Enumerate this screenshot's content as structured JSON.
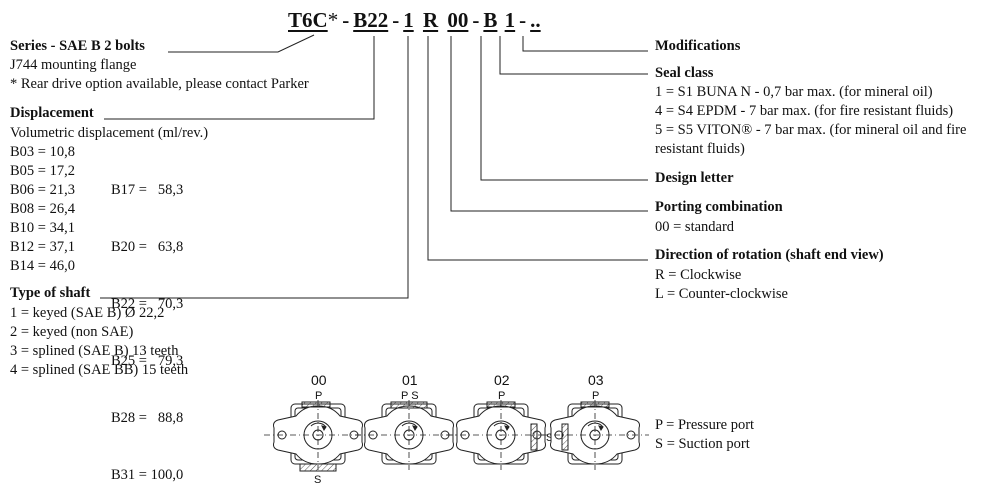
{
  "code": {
    "series": "T6C",
    "series_star": "*",
    "displacement": "B22",
    "shaft": "1",
    "rotation": "R",
    "porting": "00",
    "design": "B",
    "seal": "1",
    "mods": ".."
  },
  "series": {
    "title": "Series - SAE B 2 bolts",
    "lines": [
      "J744 mounting flange",
      "* Rear drive option available, please contact Parker"
    ]
  },
  "displacement": {
    "title": "Displacement",
    "subtitle": "Volumetric displacement (ml/rev.)",
    "col1": [
      "B03 = 10,8",
      "B05 = 17,2",
      "B06 = 21,3",
      "B08 = 26,4",
      "B10 = 34,1",
      "B12 = 37,1",
      "B14 = 46,0"
    ],
    "col2": [
      "B17 =   58,3",
      "B20 =   63,8",
      "B22 =   70,3",
      "B25 =   79,3",
      "B28 =   88,8",
      "B31 = 100,0"
    ]
  },
  "shaft": {
    "title": "Type of shaft",
    "lines": [
      "1 = keyed (SAE B) Ø 22,2",
      "2 = keyed (non SAE)",
      "3 = splined (SAE B) 13 teeth",
      "4 = splined (SAE BB) 15 teeth"
    ]
  },
  "modifications": {
    "title": "Modifications"
  },
  "seal": {
    "title": "Seal class",
    "lines": [
      "1 = S1 BUNA N - 0,7 bar max. (for mineral oil)",
      "4 = S4 EPDM - 7 bar max. (for fire resistant fluids)",
      "5 = S5 VITON® - 7 bar max. (for mineral oil and fire",
      "resistant fluids)"
    ]
  },
  "design": {
    "title": "Design letter"
  },
  "porting": {
    "title": "Porting combination",
    "lines": [
      "00 = standard"
    ]
  },
  "rotation": {
    "title": "Direction of rotation (shaft end view)",
    "lines": [
      "R = Clockwise",
      "L = Counter-clockwise"
    ]
  },
  "ports": {
    "labels": [
      "00",
      "01",
      "02",
      "03"
    ],
    "legend": [
      "P = Pressure port",
      "S = Suction port"
    ],
    "p": "P",
    "s": "S",
    "ps": "P S"
  }
}
